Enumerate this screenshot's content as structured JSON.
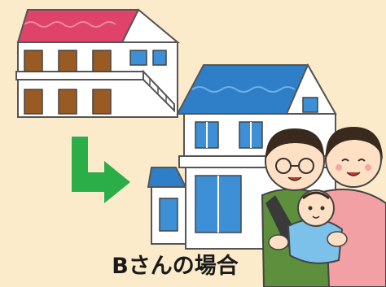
{
  "caption": "Bさんの場合",
  "colors": {
    "background": "#FBEBCB",
    "apartment_roof": "#E0436A",
    "house_roof": "#2F7FC8",
    "window_blue": "#3D8FD6",
    "door_brown": "#9A5A24",
    "arrow_green": "#2BAE48",
    "wall": "#FFFFFF",
    "father_shirt": "#5E8F3C",
    "mother_shirt": "#F3A0A4",
    "baby_outfit": "#7CC1EA",
    "hair": "#3A2A1E"
  },
  "icons": [
    "apartment-building",
    "house",
    "down-right-arrow",
    "family"
  ]
}
